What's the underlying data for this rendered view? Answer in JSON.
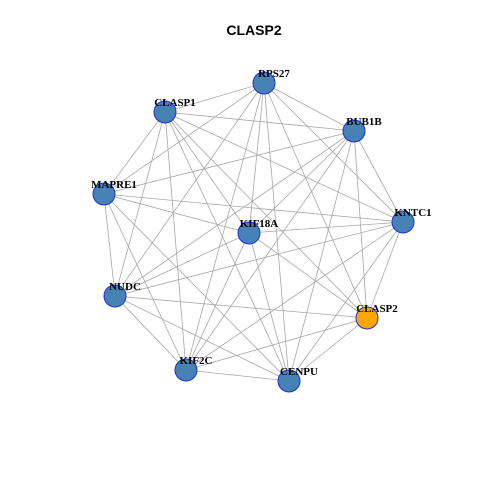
{
  "title": "CLASP2",
  "colors": {
    "node_fill": "#4682b4",
    "node_stroke": "#1f2fd6",
    "highlight_fill": "#ffa500",
    "edge": "#a8a8a8"
  },
  "nodes": [
    {
      "id": "RPS27",
      "label": "RPS27",
      "highlight": false
    },
    {
      "id": "CLASP1",
      "label": "CLASP1",
      "highlight": false
    },
    {
      "id": "BUB1B",
      "label": "BUB1B",
      "highlight": false
    },
    {
      "id": "MAPRE1",
      "label": "MAPRE1",
      "highlight": false
    },
    {
      "id": "KIF18A",
      "label": "KIF18A",
      "highlight": false
    },
    {
      "id": "KNTC1",
      "label": "KNTC1",
      "highlight": false
    },
    {
      "id": "NUDC",
      "label": "NUDC",
      "highlight": false
    },
    {
      "id": "CLASP2",
      "label": "CLASP2",
      "highlight": true
    },
    {
      "id": "KIF2C",
      "label": "KIF2C",
      "highlight": false
    },
    {
      "id": "CENPU",
      "label": "CENPU",
      "highlight": false
    }
  ],
  "edges": [
    [
      "RPS27",
      "CLASP1"
    ],
    [
      "RPS27",
      "BUB1B"
    ],
    [
      "RPS27",
      "MAPRE1"
    ],
    [
      "RPS27",
      "KIF18A"
    ],
    [
      "RPS27",
      "KNTC1"
    ],
    [
      "RPS27",
      "NUDC"
    ],
    [
      "RPS27",
      "CLASP2"
    ],
    [
      "RPS27",
      "KIF2C"
    ],
    [
      "RPS27",
      "CENPU"
    ],
    [
      "CLASP1",
      "BUB1B"
    ],
    [
      "CLASP1",
      "MAPRE1"
    ],
    [
      "CLASP1",
      "KIF18A"
    ],
    [
      "CLASP1",
      "KNTC1"
    ],
    [
      "CLASP1",
      "NUDC"
    ],
    [
      "CLASP1",
      "CLASP2"
    ],
    [
      "CLASP1",
      "KIF2C"
    ],
    [
      "CLASP1",
      "CENPU"
    ],
    [
      "BUB1B",
      "MAPRE1"
    ],
    [
      "BUB1B",
      "KIF18A"
    ],
    [
      "BUB1B",
      "KNTC1"
    ],
    [
      "BUB1B",
      "NUDC"
    ],
    [
      "BUB1B",
      "CLASP2"
    ],
    [
      "BUB1B",
      "KIF2C"
    ],
    [
      "BUB1B",
      "CENPU"
    ],
    [
      "MAPRE1",
      "KIF18A"
    ],
    [
      "MAPRE1",
      "KNTC1"
    ],
    [
      "MAPRE1",
      "NUDC"
    ],
    [
      "MAPRE1",
      "KIF2C"
    ],
    [
      "MAPRE1",
      "CENPU"
    ],
    [
      "KIF18A",
      "KNTC1"
    ],
    [
      "KIF18A",
      "NUDC"
    ],
    [
      "KIF18A",
      "CLASP2"
    ],
    [
      "KIF18A",
      "KIF2C"
    ],
    [
      "KIF18A",
      "CENPU"
    ],
    [
      "KNTC1",
      "NUDC"
    ],
    [
      "KNTC1",
      "CLASP2"
    ],
    [
      "KNTC1",
      "KIF2C"
    ],
    [
      "KNTC1",
      "CENPU"
    ],
    [
      "NUDC",
      "CLASP2"
    ],
    [
      "NUDC",
      "KIF2C"
    ],
    [
      "NUDC",
      "CENPU"
    ],
    [
      "CLASP2",
      "KIF2C"
    ],
    [
      "CLASP2",
      "CENPU"
    ],
    [
      "KIF2C",
      "CENPU"
    ]
  ]
}
